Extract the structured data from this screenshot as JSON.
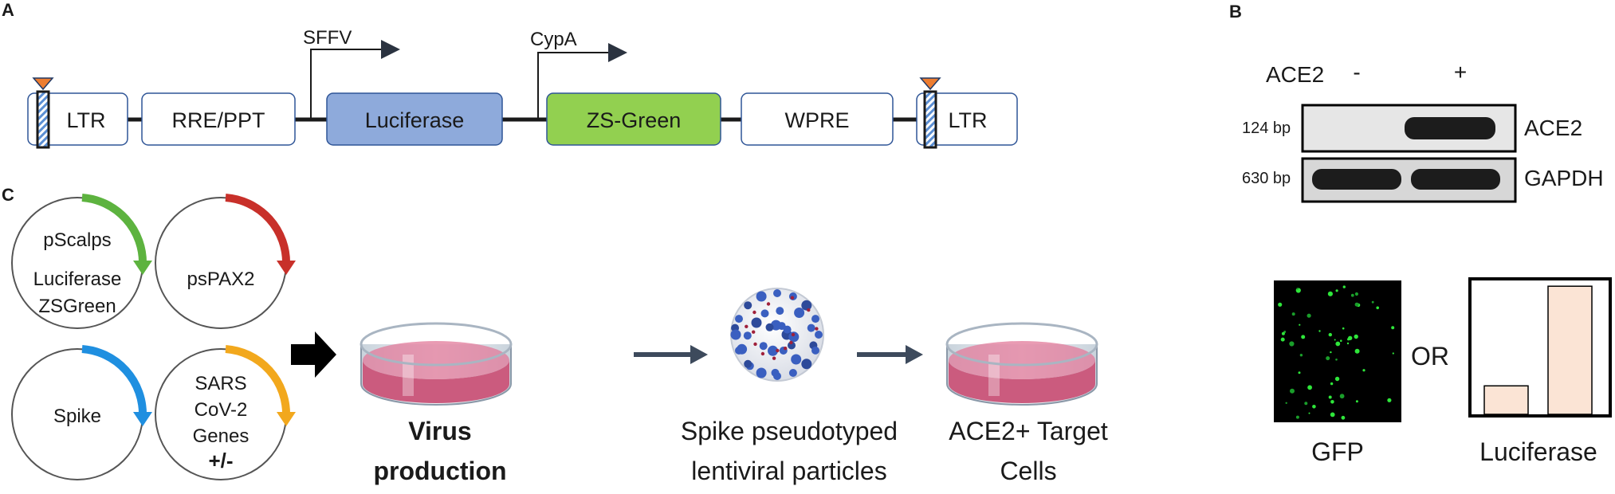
{
  "panels": {
    "a": "A",
    "b": "B",
    "c": "C"
  },
  "construct": {
    "ltr_left": "LTR",
    "rre": "RRE/PPT",
    "luciferase": "Luciferase",
    "zsgreen": "ZS-Green",
    "wpre": "WPRE",
    "ltr_right": "LTR",
    "promoter1": "SFFV",
    "promoter2": "CypA"
  },
  "gel": {
    "header": "ACE2",
    "minus": "-",
    "plus": "+",
    "row1_size": "124 bp",
    "row1_label": "ACE2",
    "row2_size": "630 bp",
    "row2_label": "GAPDH"
  },
  "plasmids": {
    "p1": [
      "pScalps",
      "Luciferase",
      "ZSGreen"
    ],
    "p2": [
      "psPAX2"
    ],
    "p3": [
      "Spike"
    ],
    "p4": [
      "SARS",
      "CoV-2",
      "Genes",
      "+/-"
    ]
  },
  "workflow": {
    "step1": [
      "Virus",
      "production"
    ],
    "step2": [
      "Spike pseudotyped",
      "lentiviral particles"
    ],
    "step3": [
      "ACE2+ Target",
      "Cells"
    ]
  },
  "readout": {
    "gfp": "GFP",
    "or": "OR",
    "luciferase": "Luciferase"
  },
  "colors": {
    "luciferase_box": "#8eaadb",
    "zsgreen_box": "#92d050",
    "plasmid1_arc": "#5db33f",
    "plasmid2_arc": "#c8302a",
    "plasmid3_arc": "#1f8fe0",
    "plasmid4_arc": "#f2a81d",
    "dish_medium": "#d05a7e",
    "bar_fill": "#fbe4d5"
  },
  "chart_data": {
    "type": "bar",
    "categories": [
      "",
      ""
    ],
    "values": [
      1,
      4.5
    ],
    "title": "",
    "xlabel": "Luciferase",
    "ylabel": ""
  }
}
